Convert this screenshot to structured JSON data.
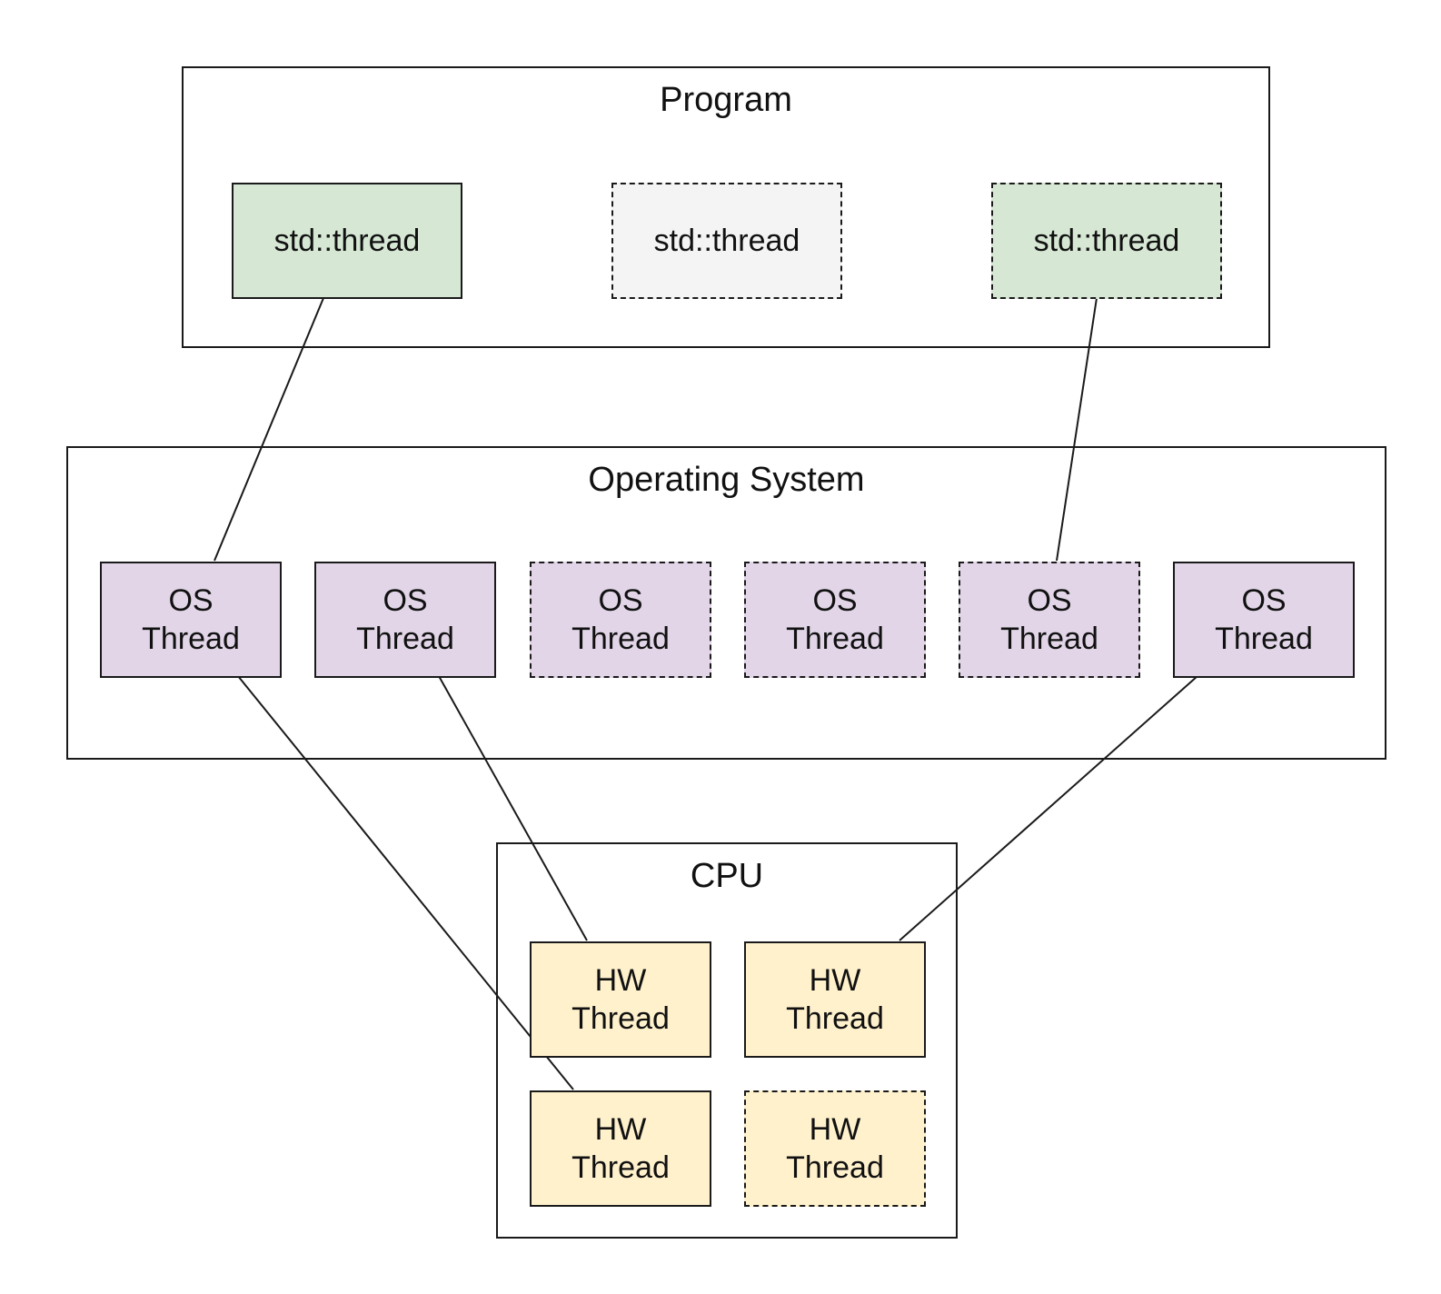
{
  "colors": {
    "std_active": "#d6e8d4",
    "std_inactive": "#f4f4f4",
    "os_thread": "#e1d5e7",
    "hw_thread": "#fff1cc",
    "border": "#1a1a1a"
  },
  "program": {
    "title": "Program",
    "threads": [
      {
        "label": "std::thread",
        "style": "solid",
        "fill": "std_active"
      },
      {
        "label": "std::thread",
        "style": "dashed",
        "fill": "std_inactive"
      },
      {
        "label": "std::thread",
        "style": "dashed",
        "fill": "std_active"
      }
    ]
  },
  "os": {
    "title": "Operating System",
    "threads": [
      {
        "line1": "OS",
        "line2": "Thread",
        "style": "solid"
      },
      {
        "line1": "OS",
        "line2": "Thread",
        "style": "solid"
      },
      {
        "line1": "OS",
        "line2": "Thread",
        "style": "dashed"
      },
      {
        "line1": "OS",
        "line2": "Thread",
        "style": "dashed"
      },
      {
        "line1": "OS",
        "line2": "Thread",
        "style": "dashed"
      },
      {
        "line1": "OS",
        "line2": "Thread",
        "style": "solid"
      }
    ]
  },
  "cpu": {
    "title": "CPU",
    "threads": [
      {
        "line1": "HW",
        "line2": "Thread",
        "style": "solid"
      },
      {
        "line1": "HW",
        "line2": "Thread",
        "style": "solid"
      },
      {
        "line1": "HW",
        "line2": "Thread",
        "style": "solid"
      },
      {
        "line1": "HW",
        "line2": "Thread",
        "style": "dashed"
      }
    ]
  },
  "links": [
    {
      "from": "program.threads.0",
      "to": "os.threads.0"
    },
    {
      "from": "program.threads.2",
      "to": "os.threads.4"
    },
    {
      "from": "os.threads.0",
      "to": "cpu.threads.2"
    },
    {
      "from": "os.threads.1",
      "to": "cpu.threads.0"
    },
    {
      "from": "os.threads.5",
      "to": "cpu.threads.1"
    }
  ]
}
